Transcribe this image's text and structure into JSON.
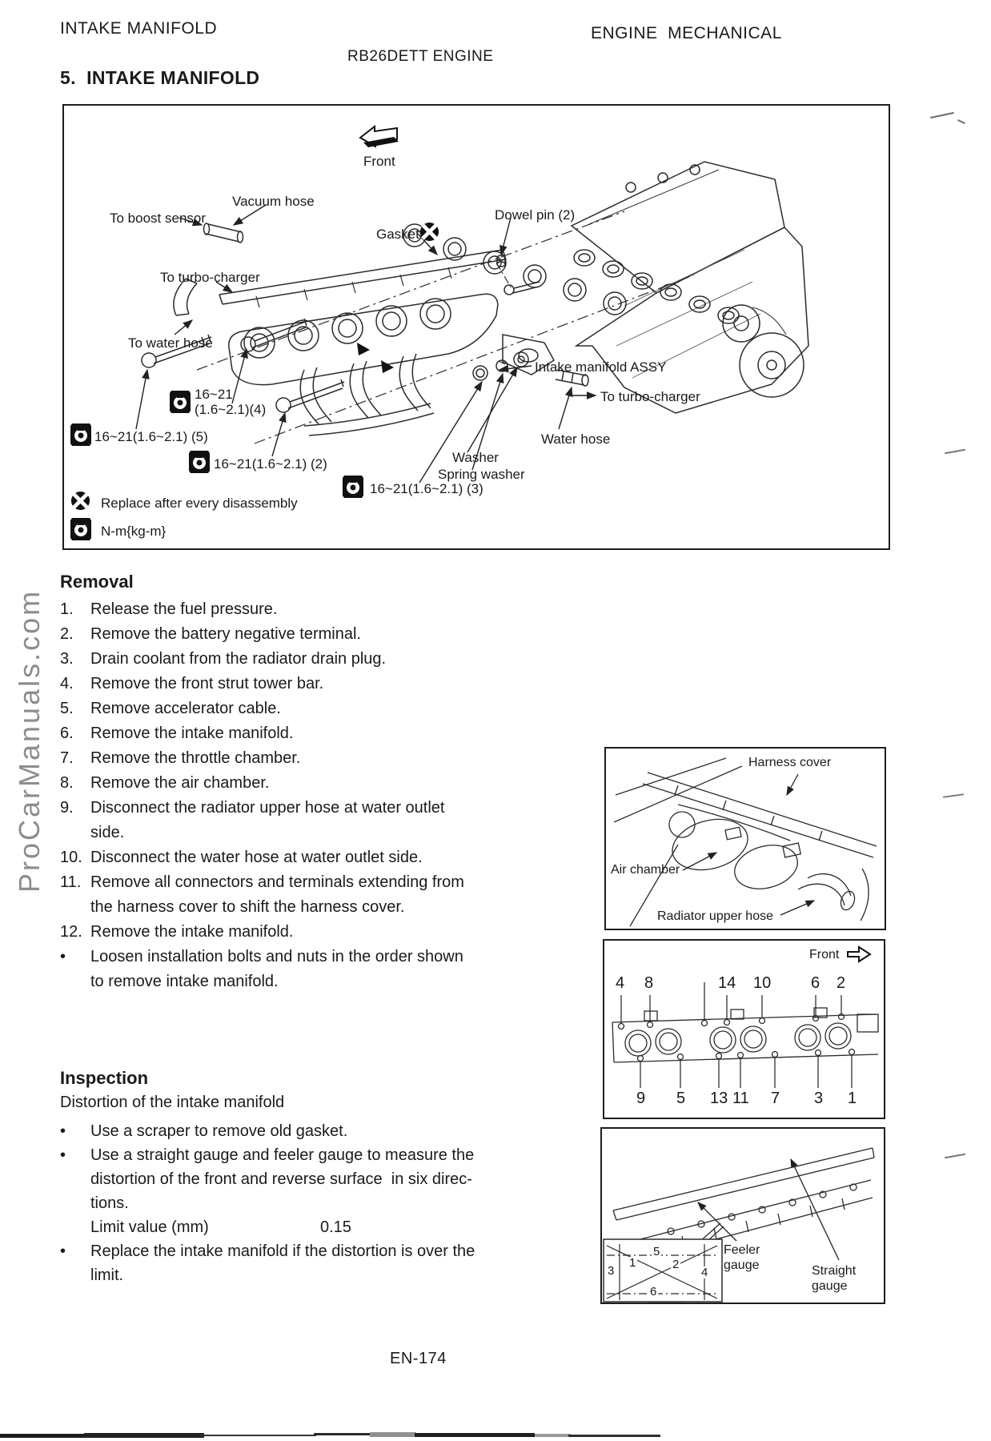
{
  "page": {
    "header_left": "INTAKE MANIFOLD",
    "header_right": "ENGINE  MECHANICAL",
    "subtitle": "RB26DETT ENGINE",
    "section_title": "5.  INTAKE MANIFOLD",
    "watermark": "ProCarManuals.com",
    "page_number": "EN-174"
  },
  "ui": {
    "bullet": "•"
  },
  "main_diagram": {
    "front_label": "Front",
    "labels": {
      "vacuum_hose": "Vacuum hose",
      "to_boost_sensor": "To boost sensor",
      "gasket": "Gasket",
      "dowel_pin": "Dowel pin (2)",
      "to_turbo_charger_left": "To turbo-charger",
      "to_water_hose": "To water hose",
      "intake_manifold_assy": "Intake manifold ASSY",
      "to_turbo_charger_right": "To turbo-charger",
      "water_hose": "Water hose",
      "washer": "Washer",
      "spring_washer": "Spring washer"
    },
    "torque_specs": {
      "spec4_line1": "16~21",
      "spec4_line2": "(1.6~2.1)(4)",
      "spec5": "16~21(1.6~2.1) (5)",
      "spec2": "16~21(1.6~2.1) (2)",
      "spec3": "16~21(1.6~2.1) (3)"
    },
    "legend": {
      "replace_note": "Replace after every disassembly",
      "torque_unit": "N-m{kg-m}"
    }
  },
  "removal": {
    "heading": "Removal",
    "steps": [
      {
        "num": "1.",
        "text": "Release the fuel pressure."
      },
      {
        "num": "2.",
        "text": "Remove the battery negative terminal."
      },
      {
        "num": "3.",
        "text": "Drain coolant from the radiator drain plug."
      },
      {
        "num": "4.",
        "text": "Remove the front strut tower bar."
      },
      {
        "num": "5.",
        "text": "Remove accelerator cable."
      },
      {
        "num": "6.",
        "text": "Remove the intake manifold."
      },
      {
        "num": "7.",
        "text": "Remove the throttle chamber."
      },
      {
        "num": "8.",
        "text": "Remove the air chamber."
      },
      {
        "num": "9.",
        "text": "Disconnect the radiator upper hose at water outlet\nside."
      },
      {
        "num": "10.",
        "text": "Disconnect the water hose at water outlet side."
      },
      {
        "num": "11.",
        "text": "Remove all connectors and terminals extending from\nthe harness cover to shift the harness cover."
      },
      {
        "num": "12.",
        "text": "Remove the intake manifold."
      },
      {
        "num": "•",
        "text": "Loosen installation bolts and nuts in the order shown\nto remove intake manifold."
      }
    ]
  },
  "inspection": {
    "heading": "Inspection",
    "subheading": "Distortion of the intake manifold",
    "bullet1": "Use a scraper to remove old gasket.",
    "bullet2": "Use a straight gauge and feeler gauge to measure the\ndistortion of the front and reverse surface  in six direc-\ntions.",
    "limit_label": "Limit value (mm)",
    "limit_value": "0.15",
    "bullet3": "Replace the intake manifold if the distortion is over the\nlimit."
  },
  "figure_harness": {
    "harness_cover": "Harness cover",
    "air_chamber": "Air chamber",
    "radiator_upper_hose": "Radiator upper hose"
  },
  "figure_order": {
    "front_label": "Front",
    "top_numbers": [
      "4",
      "8",
      "14",
      "10",
      "6",
      "2"
    ],
    "bottom_numbers": [
      "9",
      "5",
      "13",
      "11",
      "7",
      "3",
      "1"
    ]
  },
  "figure_gauge": {
    "feeler_gauge": "Feeler\ngauge",
    "straight_gauge": "Straight\ngauge",
    "inset_numbers": [
      "5",
      "1",
      "2",
      "3",
      "4",
      "6"
    ]
  }
}
